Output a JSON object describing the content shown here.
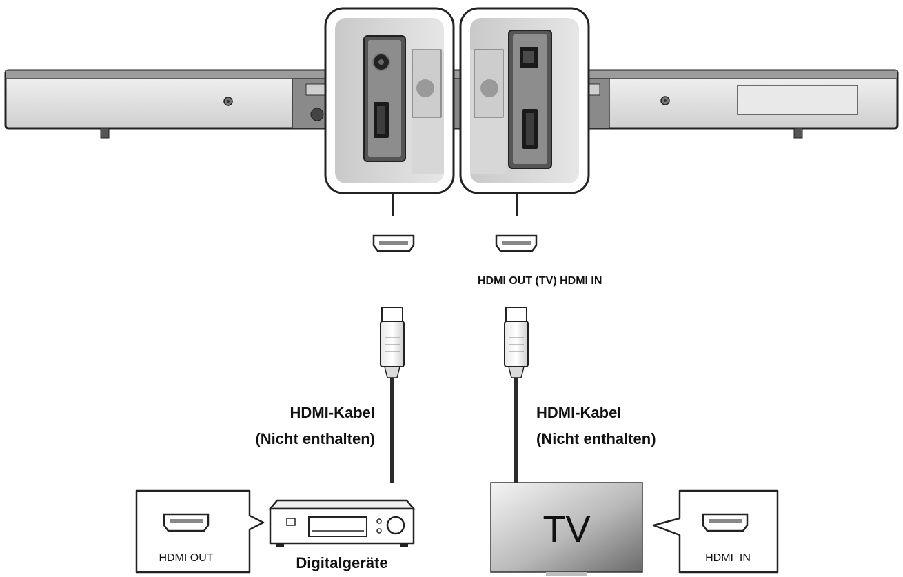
{
  "labels": {
    "port_label": "HDMI OUT (TV) HDMI IN",
    "cable_left_line1": "HDMI-Kabel",
    "cable_left_line2": "(Nicht enthalten)",
    "cable_right_line1": "HDMI-Kabel",
    "cable_right_line2": "(Nicht enthalten)",
    "device_label": "Digitalgeräte",
    "tv_screen_text": "TV",
    "callout_left": "HDMI OUT",
    "callout_right": "HDMI  IN"
  },
  "colors": {
    "outline": "#222222",
    "panel_gray": "#d9d9d9",
    "panel_dark": "#8a8a8a",
    "cable": "#2b2b2b",
    "tv_light": "#f2f2f2",
    "tv_dark": "#6f6f6f"
  }
}
